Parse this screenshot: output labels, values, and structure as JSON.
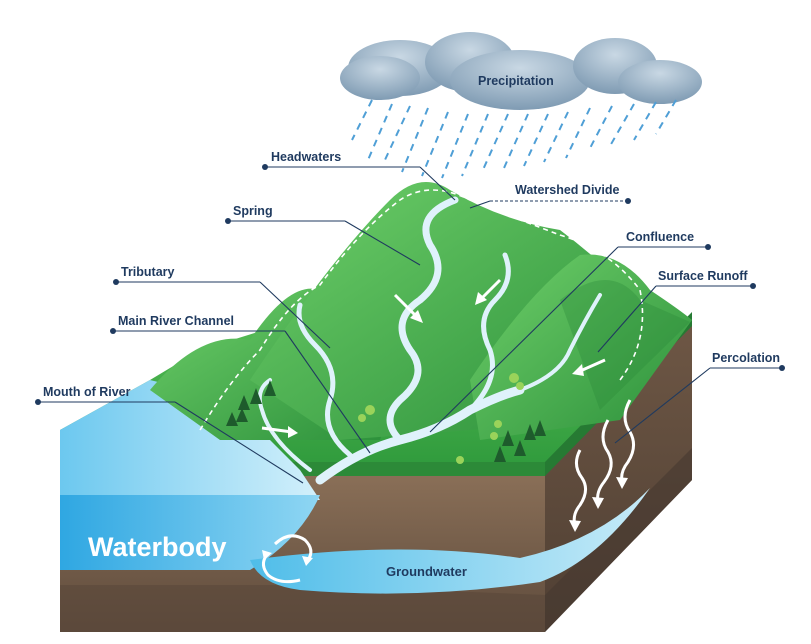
{
  "labels": {
    "precipitation": "Precipitation",
    "headwaters": "Headwaters",
    "watershed_divide": "Watershed Divide",
    "spring": "Spring",
    "confluence": "Confluence",
    "tributary": "Tributary",
    "surface_runoff": "Surface Runoff",
    "main_river_channel": "Main River Channel",
    "percolation": "Percolation",
    "mouth_of_river": "Mouth of River",
    "waterbody": "Waterbody",
    "groundwater": "Groundwater"
  },
  "colors": {
    "label_text": "#1f3a5f",
    "grass": "#3fae4a",
    "grass_dark": "#2a8a3a",
    "soil": "#7a6250",
    "soil_dark": "#5c4a3c",
    "water": "#3db4e8",
    "river": "#dff2fb",
    "cloud": "#8aa6bd",
    "rain": "#4f9fd6"
  }
}
